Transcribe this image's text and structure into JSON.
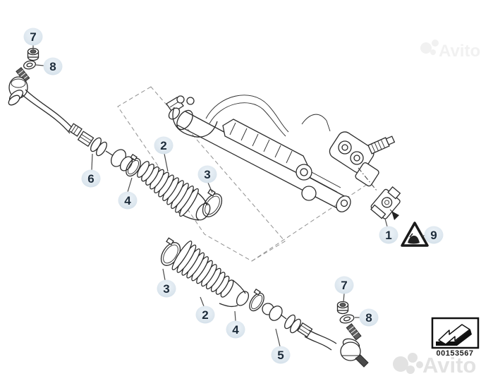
{
  "diagram": {
    "type": "exploded-parts-diagram",
    "subject": "steering-gear-with-tie-rods",
    "callouts": {
      "top_nut": "7",
      "top_washer": "8",
      "left_tie_rod": "6",
      "upper_small_clamp": "4",
      "upper_boot": "2",
      "upper_large_clamp": "3",
      "mount_part": "1",
      "warning": "9",
      "lower_large_clamp": "3",
      "lower_boot": "2",
      "lower_small_clamp": "4",
      "right_tie_rod": "5",
      "bottom_nut": "7",
      "bottom_washer": "8"
    },
    "legend": {
      "part_number": "00153567"
    },
    "watermark": {
      "brand": "Avito"
    },
    "colors": {
      "badge_fill": "#dce6ee",
      "badge_fill_light": "#eef4f9",
      "badge_text": "#1c2b3a",
      "line": "#2b2b2b",
      "dashed_line": "#909090",
      "watermark_bottom": "#e2e2e2",
      "watermark_top": "#f1f1f1"
    }
  }
}
